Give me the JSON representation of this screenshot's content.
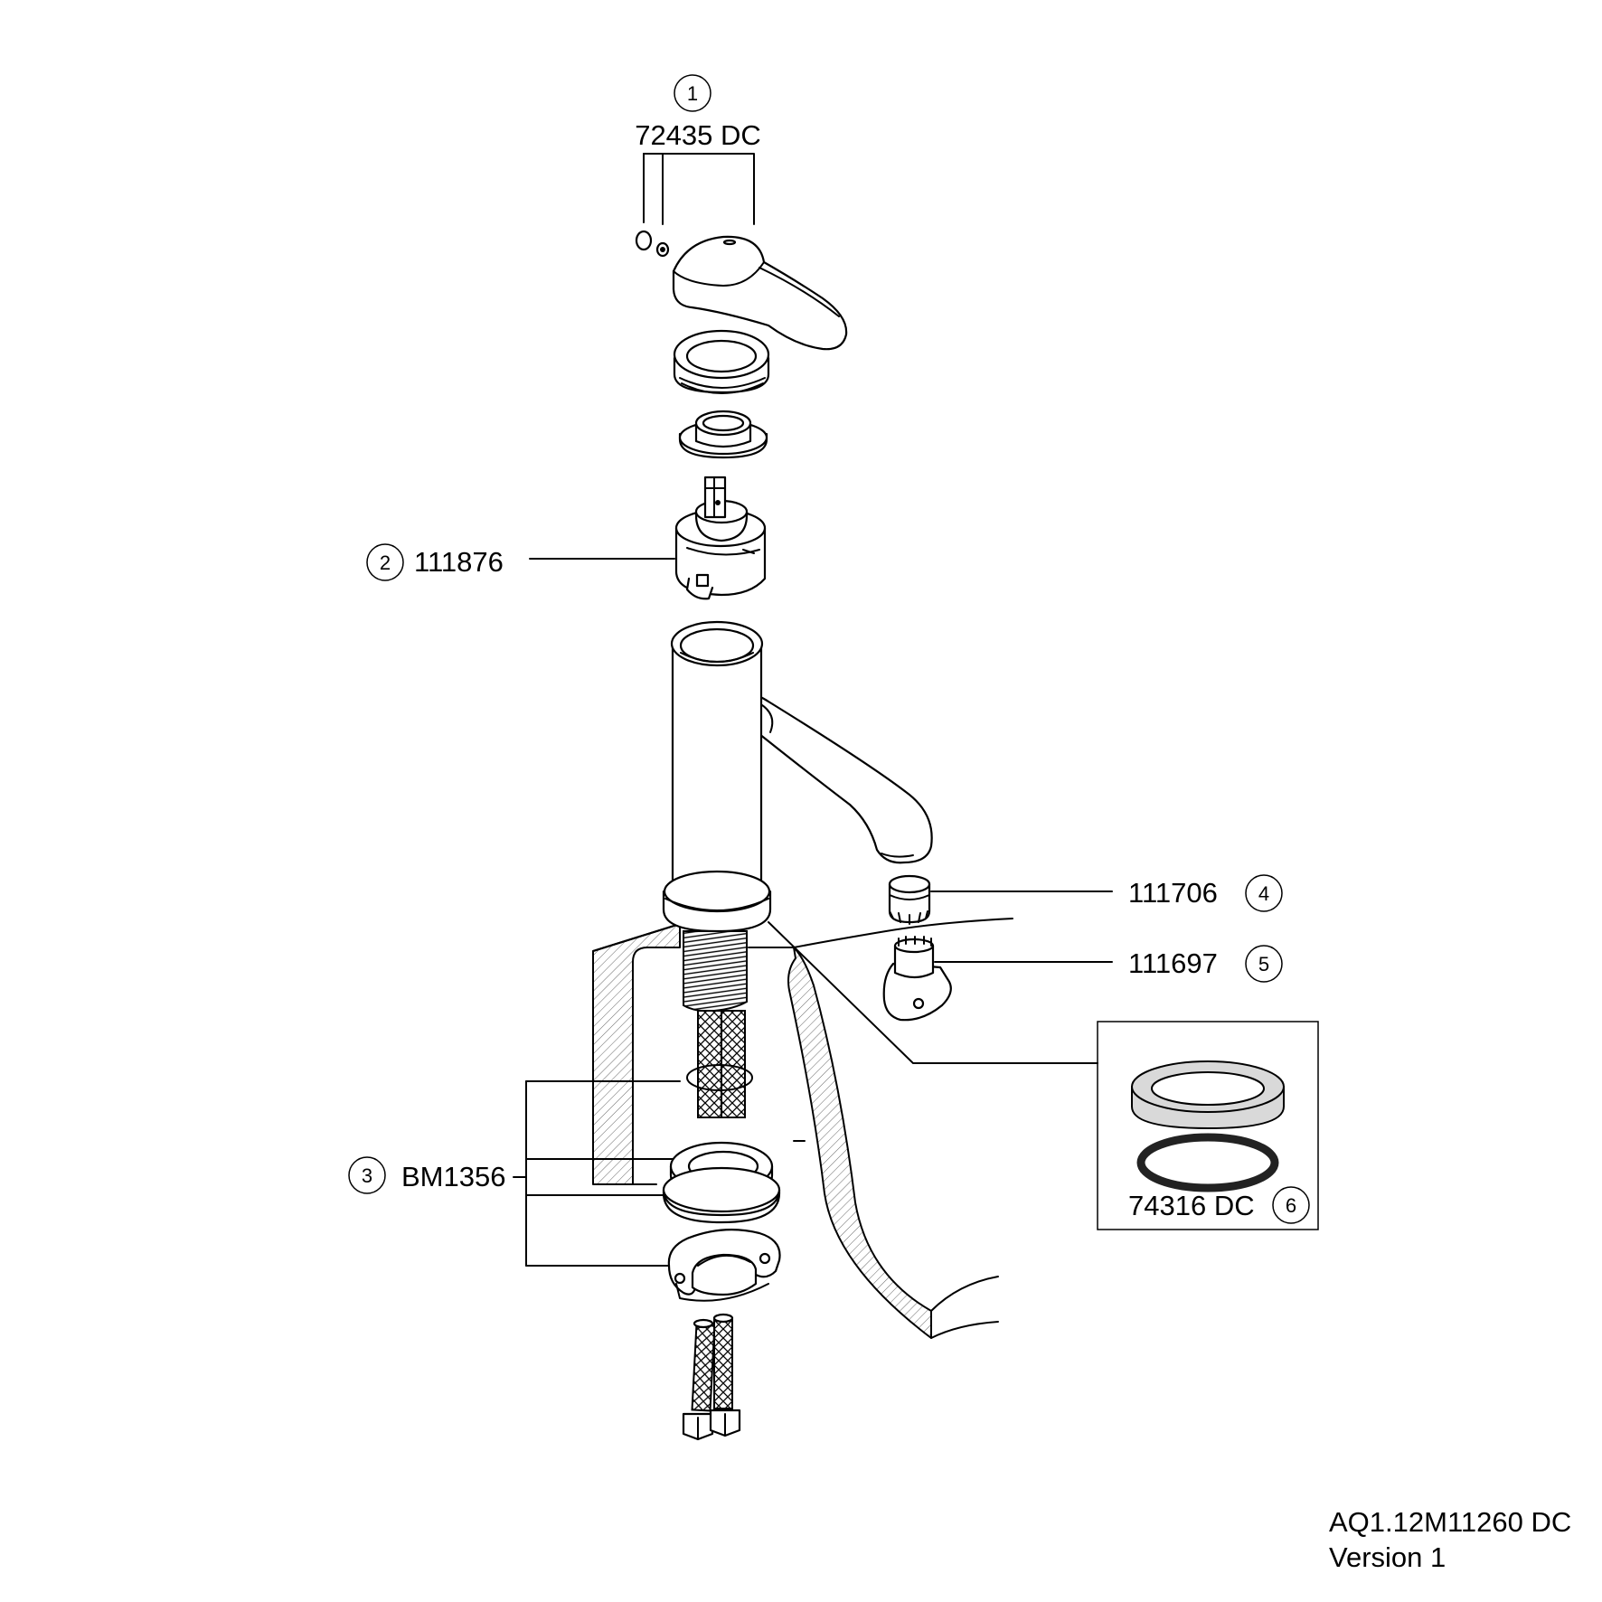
{
  "document": {
    "code": "AQ1.12M11260 DC",
    "version": "Version 1"
  },
  "callouts": [
    {
      "index": "1",
      "part_number": "72435 DC"
    },
    {
      "index": "2",
      "part_number": "111876"
    },
    {
      "index": "3",
      "part_number": "BM1356"
    },
    {
      "index": "4",
      "part_number": "111706"
    },
    {
      "index": "5",
      "part_number": "111697"
    },
    {
      "index": "6",
      "part_number": "74316 DC"
    }
  ],
  "colors": {
    "line": "#000000",
    "background": "#ffffff",
    "ring_fill": "#d9d9d9"
  }
}
